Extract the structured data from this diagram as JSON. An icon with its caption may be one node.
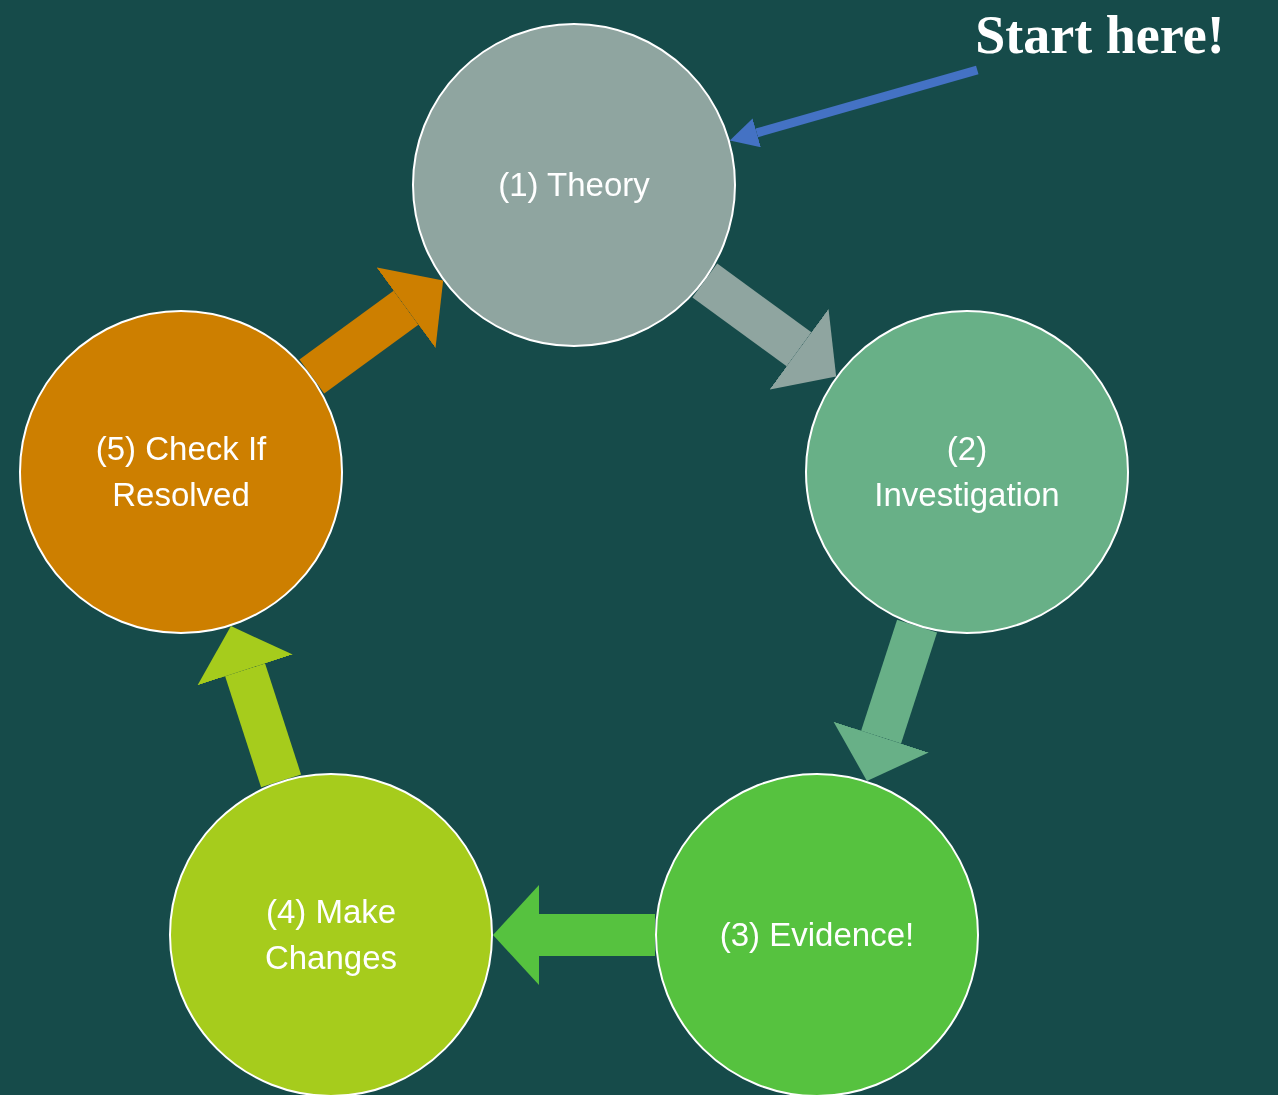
{
  "diagram": {
    "nodes": [
      {
        "text": [
          "(1) Theory"
        ]
      },
      {
        "text": [
          "(2) Investigation"
        ]
      },
      {
        "text": [
          "(3) Evidence!"
        ]
      },
      {
        "text": [
          "(4) Make Changes"
        ]
      },
      {
        "text": [
          "(5) Check If Resolved"
        ]
      },
      {
        "text": [
          "Start here!"
        ]
      }
    ],
    "edges": [
      {
        "from": 0,
        "to": 1,
        "arrow": "to",
        "color": "#8fa5a0"
      },
      {
        "from": 1,
        "to": 2,
        "arrow": "to",
        "color": "#68b087"
      },
      {
        "from": 2,
        "to": 3,
        "arrow": "to",
        "color": "#56c23f"
      },
      {
        "from": 3,
        "to": 4,
        "arrow": "to",
        "color": "#a6cc1c"
      },
      {
        "from": 4,
        "to": 0,
        "arrow": "to",
        "color": "#cd7f00"
      },
      {
        "from": 5,
        "to": 0,
        "arrow": "to",
        "color": "#4472c4"
      }
    ]
  }
}
